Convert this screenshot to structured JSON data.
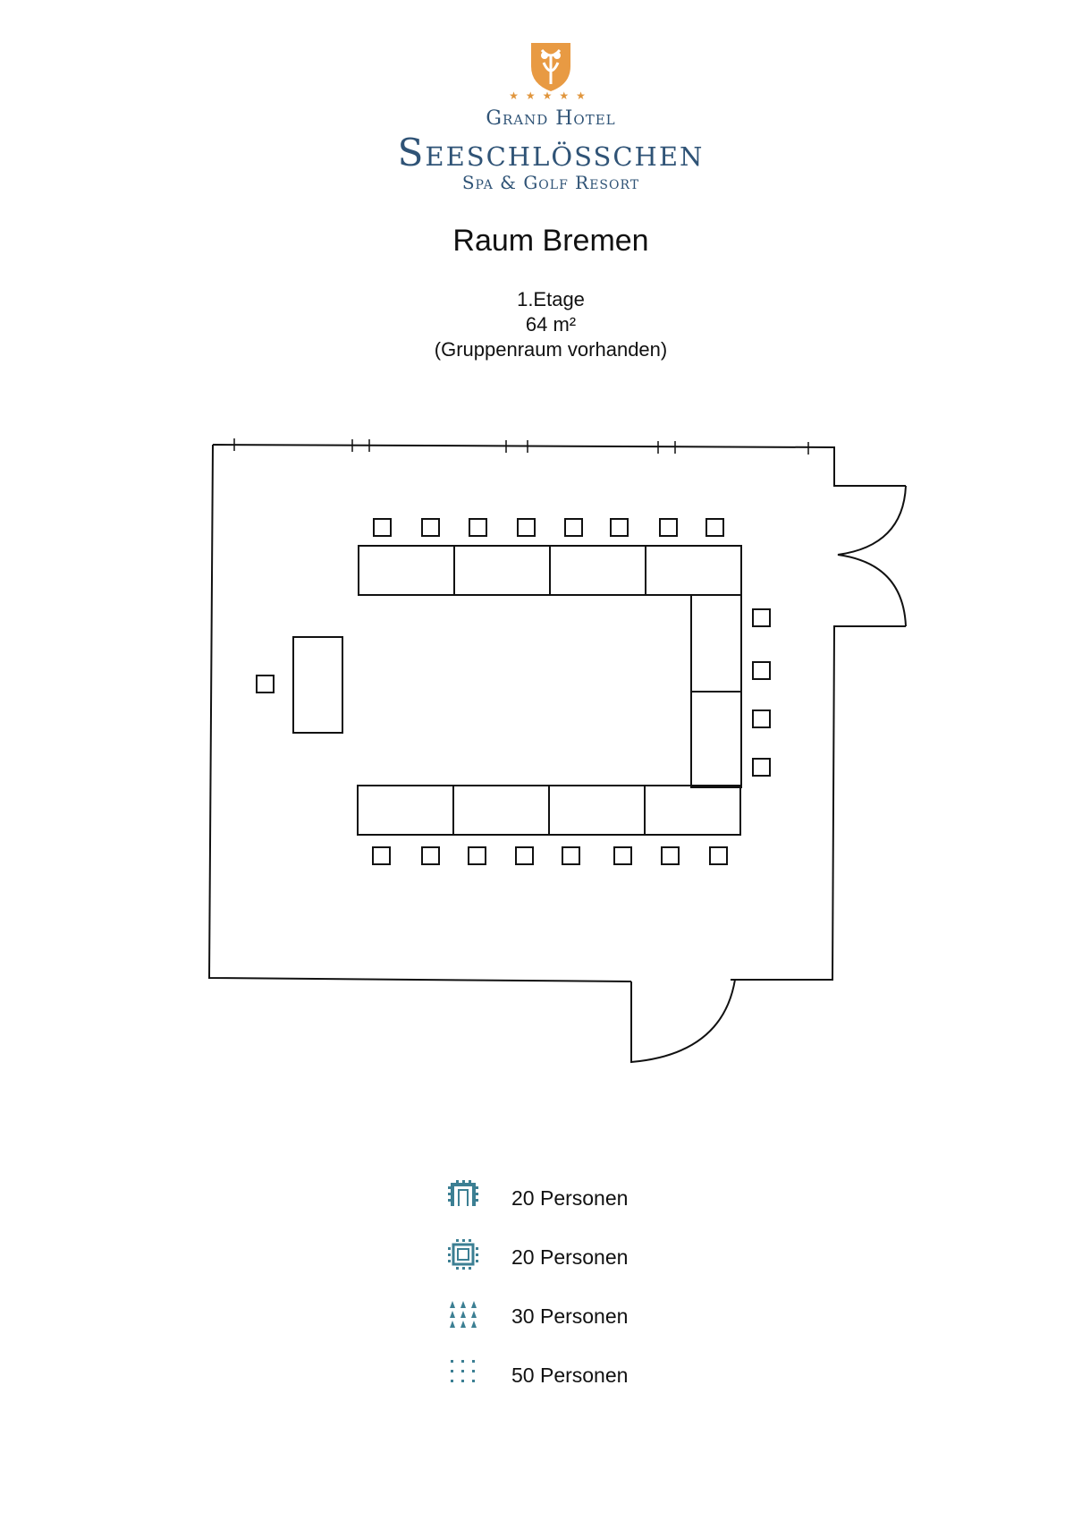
{
  "header": {
    "stars": "★★★★★",
    "brand_top": "Grand Hotel",
    "brand_main": "Seeschlösschen",
    "brand_sub": "Spa & Golf Resort"
  },
  "room": {
    "title": "Raum Bremen",
    "floor": "1.Etage",
    "area": "64 m²",
    "note": "(Gruppenraum vorhanden)"
  },
  "legend": [
    {
      "icon": "u-shape-seating-icon",
      "label": "20 Personen"
    },
    {
      "icon": "block-seating-icon",
      "label": "20 Personen"
    },
    {
      "icon": "classroom-seating-icon",
      "label": "30 Personen"
    },
    {
      "icon": "theater-seating-icon",
      "label": "50 Personen"
    }
  ],
  "colors": {
    "brand_blue": "#2f5376",
    "brand_orange": "#e0953c",
    "legend_teal": "#3c7f93"
  }
}
